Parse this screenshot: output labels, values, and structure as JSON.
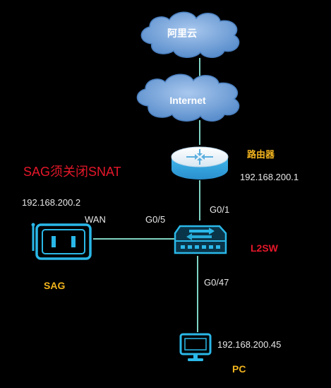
{
  "clouds": {
    "aliyun": "阿里云",
    "internet": "Internet"
  },
  "router": {
    "name": "路由器",
    "ip": "192.168.200.1"
  },
  "note": "SAG须关闭SNAT",
  "sag": {
    "ip": "192.168.200.2",
    "port": "WAN",
    "name": "SAG"
  },
  "switch": {
    "name": "L2SW",
    "port_up": "G0/1",
    "port_left": "G0/5",
    "port_down": "G0/47"
  },
  "pc": {
    "ip": "192.168.200.45",
    "name": "PC"
  },
  "colors": {
    "cloud": "#6fa1d9",
    "link": "#7fd3c4",
    "device": "#2ab8e8",
    "orange": "#f2b41e",
    "red": "#e5172a",
    "text": "#e8e8e8"
  }
}
